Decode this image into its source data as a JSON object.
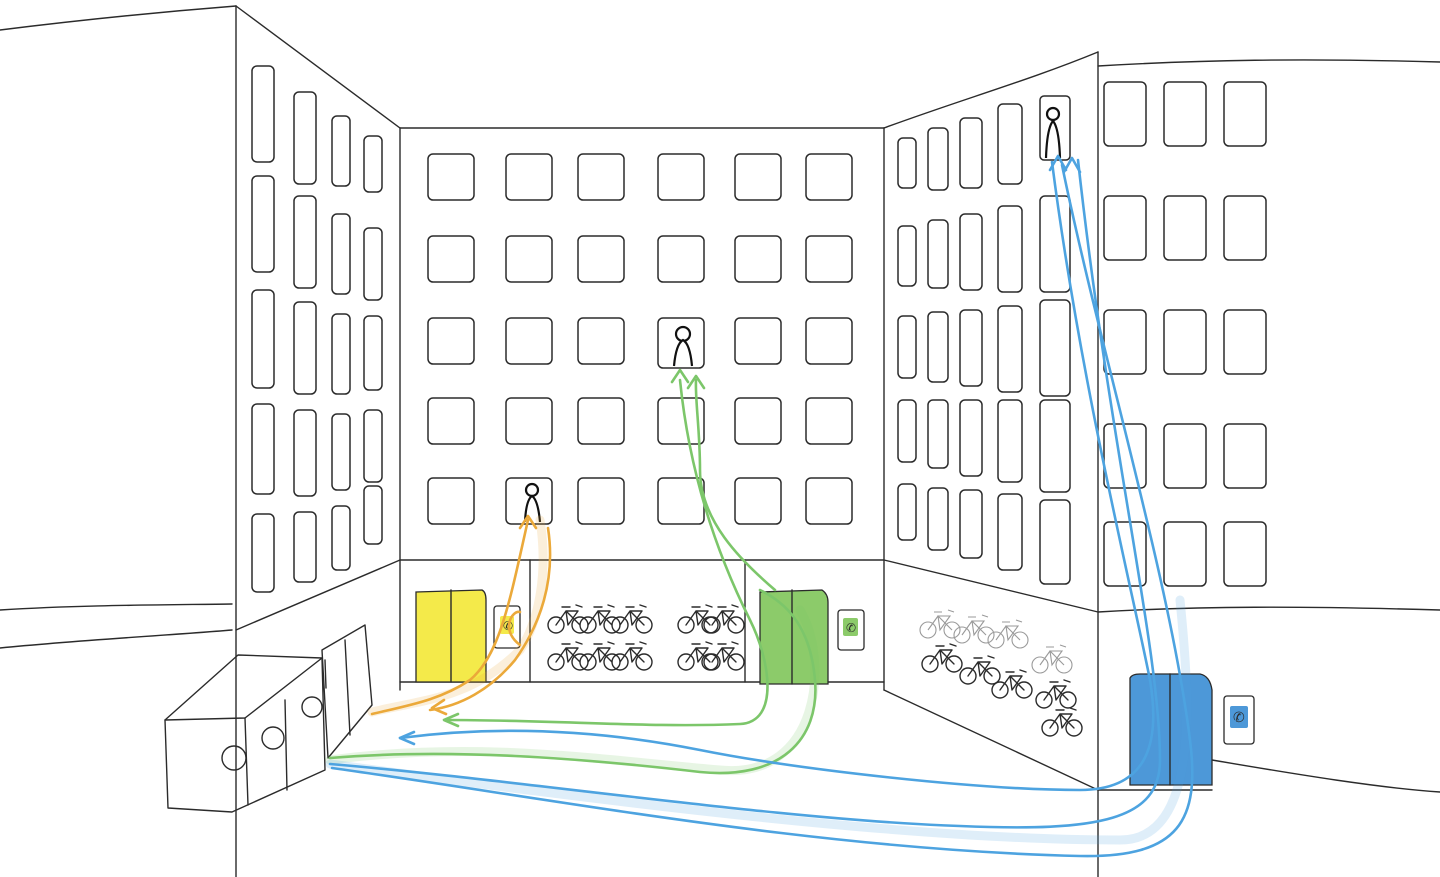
{
  "scene": "courtyard-elevator-routing-sketch",
  "colors": {
    "ink": "#2b2b2b",
    "yellow": "#f4ea4a",
    "yellow_path": "#eba93a",
    "green": "#8ccb6a",
    "green_path": "#7cc66a",
    "blue": "#4d98d8",
    "blue_path": "#4da3e0",
    "phone_yellow": "#f4ea4a",
    "phone_green": "#8ccb6a",
    "phone_blue": "#4d98d8"
  },
  "icons": [
    "person-icon",
    "bicycle-icon",
    "phone-icon",
    "elevator-door-icon",
    "mail-slot-icon"
  ],
  "routes": [
    {
      "id": "yellow",
      "from": "yellow-elevator",
      "to": "person-second-floor"
    },
    {
      "id": "green",
      "from": "green-elevator",
      "to": "person-fourth-floor"
    },
    {
      "id": "blue",
      "from": "blue-elevator",
      "to": "person-top-floor"
    }
  ]
}
